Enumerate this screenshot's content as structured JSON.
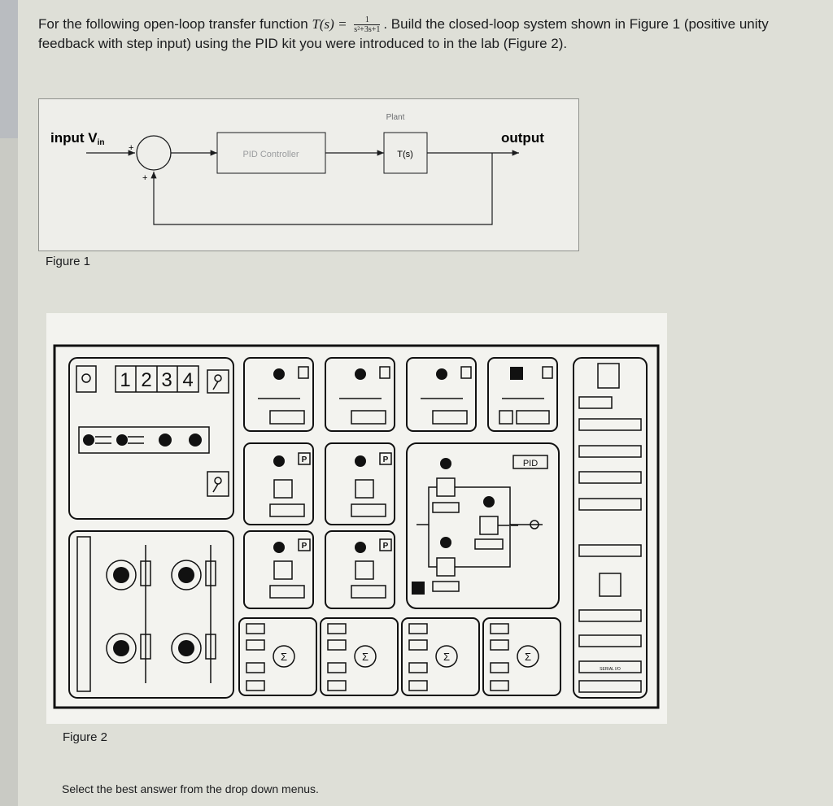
{
  "question": {
    "part1": "For the following open-loop transfer function",
    "fn_symbol": "T(s) =",
    "tf_numerator": "1",
    "tf_denominator": "s²+3s+1",
    "part2": ". Build the closed-loop system shown in Figure 1 (positive unity feedback with step input) using the PID kit you were introduced to in the lab (Figure 2)."
  },
  "figure1": {
    "caption": "Figure 1",
    "input_label": "input V",
    "input_subscript": "in",
    "output_label": "output",
    "plant_label": "Plant",
    "controller_label": "PID Controller",
    "plant_block_label": "T(s)",
    "sum_sign_top": "+",
    "sum_sign_bottom": "+"
  },
  "figure2": {
    "caption": "Figure 2",
    "display_digits": [
      "1",
      "2",
      "3",
      "4"
    ],
    "pid_label": "PID",
    "p_label": "P",
    "sigma_label": "Σ",
    "serial_label": "SERIAL I/O"
  },
  "footer": {
    "instruction": "Select the best answer from the drop down menus."
  },
  "colors": {
    "page_bg": "#dedfd7",
    "figure_bg": "#eeeeea",
    "ink": "#1b1c1e",
    "controller_text": "#9a9c9e"
  }
}
